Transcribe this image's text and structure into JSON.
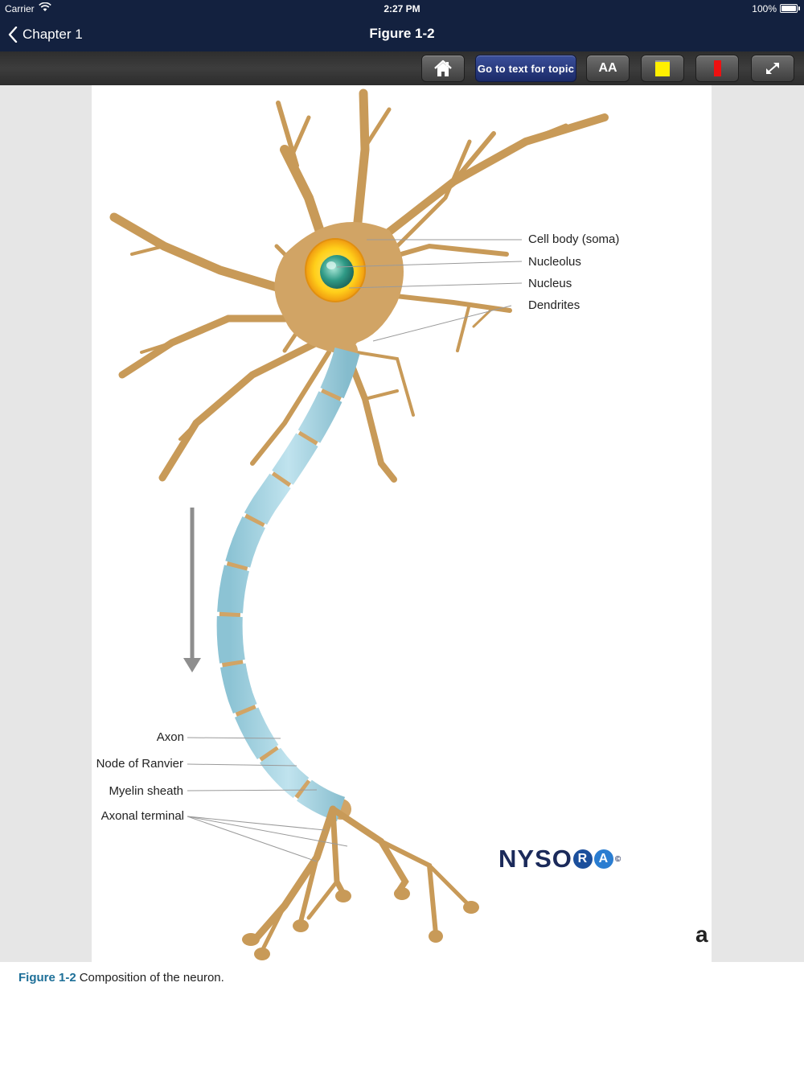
{
  "status_bar": {
    "carrier": "Carrier",
    "time": "2:27 PM",
    "battery": "100%"
  },
  "nav": {
    "back_label": "Chapter 1",
    "title": "Figure 1-2"
  },
  "toolbar": {
    "go_to_text_label": "Go to text for topic",
    "font_size_label": "AA"
  },
  "colors": {
    "nav_bg": "#13213f",
    "highlight_yellow": "#ffef00",
    "highlight_red": "#ee1111",
    "caption_accent": "#1d6f98"
  },
  "figure": {
    "labels": {
      "cell_body": "Cell body (soma)",
      "nucleolus": "Nucleolus",
      "nucleus": "Nucleus",
      "dendrites": "Dendrites",
      "axon": "Axon",
      "node_of_ranvier": "Node of Ranvier",
      "myelin_sheath": "Myelin sheath",
      "axonal_terminal": "Axonal terminal"
    },
    "logo": {
      "prefix": "NYSO",
      "r": "R",
      "a": "A",
      "mark": "©"
    },
    "panel_letter": "a"
  },
  "caption": {
    "number": "Figure 1-2",
    "text": "Composition of the neuron."
  }
}
